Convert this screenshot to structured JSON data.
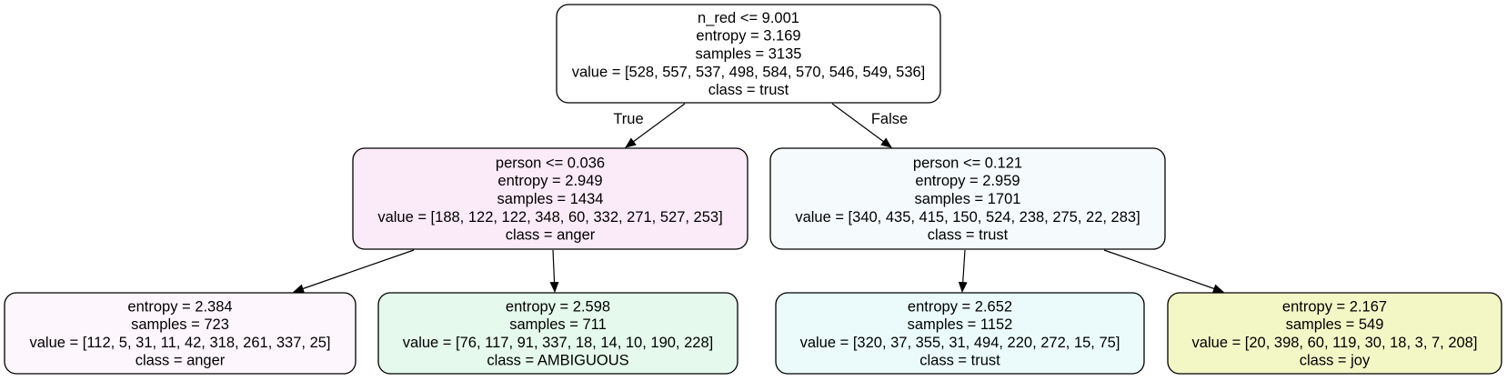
{
  "nodes": [
    {
      "id": "root",
      "fill": "#ffffff",
      "lines": [
        "n_red <= 9.001",
        "entropy = 3.169",
        "samples = 3135",
        "value = [528, 557, 537, 498, 584, 570, 546, 549, 536]",
        "class = trust"
      ]
    },
    {
      "id": "left",
      "fill": "#fbeaf8",
      "lines": [
        "person <= 0.036",
        "entropy = 2.949",
        "samples = 1434",
        "value = [188, 122, 122, 348, 60, 332, 271, 527, 253]",
        "class = anger"
      ]
    },
    {
      "id": "right",
      "fill": "#f5fafd",
      "lines": [
        "person <= 0.121",
        "entropy = 2.959",
        "samples = 1701",
        "value = [340, 435, 415, 150, 524, 238, 275, 22, 283]",
        "class = trust"
      ]
    },
    {
      "id": "left-left",
      "fill": "#fef6fd",
      "lines": [
        "entropy = 2.384",
        "samples = 723",
        "value = [112, 5, 31, 11, 42, 318, 261, 337, 25]",
        "class = anger"
      ]
    },
    {
      "id": "left-right",
      "fill": "#e5f9ec",
      "lines": [
        "entropy = 2.598",
        "samples = 711",
        "value = [76, 117, 91, 337, 18, 14, 10, 190, 228]",
        "class = AMBIGUOUS"
      ]
    },
    {
      "id": "right-left",
      "fill": "#ebfbfb",
      "lines": [
        "entropy = 2.652",
        "samples = 1152",
        "value = [320, 37, 355, 31, 494, 220, 272, 15, 75]",
        "class = trust"
      ]
    },
    {
      "id": "right-right",
      "fill": "#f3f7c6",
      "lines": [
        "entropy = 2.167",
        "samples = 549",
        "value = [20, 398, 60, 119, 30, 18, 3, 7, 208]",
        "class = joy"
      ]
    }
  ],
  "edges": [
    {
      "from": "root",
      "to": "left",
      "label": "True"
    },
    {
      "from": "root",
      "to": "right",
      "label": "False"
    },
    {
      "from": "left",
      "to": "left-left",
      "label": ""
    },
    {
      "from": "left",
      "to": "left-right",
      "label": ""
    },
    {
      "from": "right",
      "to": "right-left",
      "label": ""
    },
    {
      "from": "right",
      "to": "right-right",
      "label": ""
    }
  ]
}
